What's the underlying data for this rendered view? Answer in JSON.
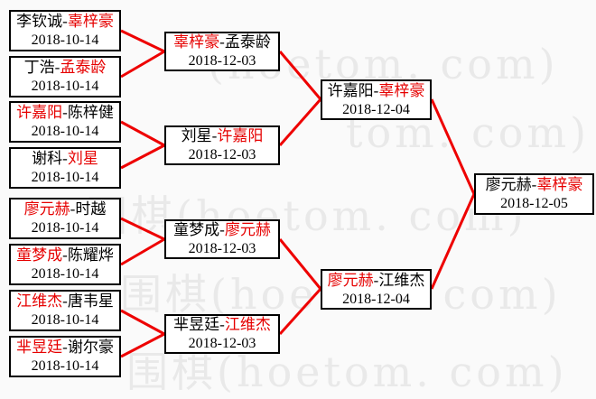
{
  "colors": {
    "line_red": "#ee0000",
    "winner_red": "#e60000",
    "text_black": "#000000",
    "box_background": "#ffffff",
    "box_border": "#000000",
    "watermark_gray": "#e9e9e9"
  },
  "watermark": {
    "site": "hoetom.com",
    "rows": [
      {
        "text": "(hoetom. com)"
      },
      {
        "text": "tom. com)"
      },
      {
        "text": "围棋(hoetom. com)"
      },
      {
        "text": "围棋(hoetom. com)"
      },
      {
        "text": "围棋(hoetom. com)"
      }
    ]
  },
  "boxes": [
    {
      "round": 1,
      "date": "2018-10-14",
      "segments": [
        {
          "text": "李钦诚-",
          "color": "#000000"
        },
        {
          "text": "辜梓豪",
          "color": "#e60000"
        }
      ]
    },
    {
      "round": 1,
      "date": "2018-10-14",
      "segments": [
        {
          "text": "丁浩-",
          "color": "#000000"
        },
        {
          "text": "孟泰龄",
          "color": "#e60000"
        }
      ]
    },
    {
      "round": 1,
      "date": "2018-10-14",
      "segments": [
        {
          "text": "许嘉阳",
          "color": "#e60000"
        },
        {
          "text": "-陈梓健",
          "color": "#000000"
        }
      ]
    },
    {
      "round": 1,
      "date": "2018-10-14",
      "segments": [
        {
          "text": "谢科-",
          "color": "#000000"
        },
        {
          "text": "刘星",
          "color": "#e60000"
        }
      ]
    },
    {
      "round": 1,
      "date": "2018-10-14",
      "segments": [
        {
          "text": "廖元赫",
          "color": "#e60000"
        },
        {
          "text": "-时越",
          "color": "#000000"
        }
      ]
    },
    {
      "round": 1,
      "date": "2018-10-14",
      "segments": [
        {
          "text": "童梦成",
          "color": "#e60000"
        },
        {
          "text": "-陈耀烨",
          "color": "#000000"
        }
      ]
    },
    {
      "round": 1,
      "date": "2018-10-14",
      "segments": [
        {
          "text": "江维杰",
          "color": "#e60000"
        },
        {
          "text": "-唐韦星",
          "color": "#000000"
        }
      ]
    },
    {
      "round": 1,
      "date": "2018-10-14",
      "segments": [
        {
          "text": "芈昱廷",
          "color": "#e60000"
        },
        {
          "text": "-谢尔豪",
          "color": "#000000"
        }
      ]
    },
    {
      "round": 2,
      "date": "2018-12-03",
      "segments": [
        {
          "text": "辜梓豪",
          "color": "#e60000"
        },
        {
          "text": "-孟泰龄",
          "color": "#000000"
        }
      ]
    },
    {
      "round": 2,
      "date": "2018-12-03",
      "segments": [
        {
          "text": "刘星-",
          "color": "#000000"
        },
        {
          "text": "许嘉阳",
          "color": "#e60000"
        }
      ]
    },
    {
      "round": 2,
      "date": "2018-12-03",
      "segments": [
        {
          "text": "童梦成-",
          "color": "#000000"
        },
        {
          "text": "廖元赫",
          "color": "#e60000"
        }
      ]
    },
    {
      "round": 2,
      "date": "2018-12-03",
      "segments": [
        {
          "text": "芈昱廷-",
          "color": "#000000"
        },
        {
          "text": "江维杰",
          "color": "#e60000"
        }
      ]
    },
    {
      "round": 3,
      "date": "2018-12-04",
      "segments": [
        {
          "text": "许嘉阳-",
          "color": "#000000"
        },
        {
          "text": "辜梓豪",
          "color": "#e60000"
        }
      ]
    },
    {
      "round": 3,
      "date": "2018-12-04",
      "segments": [
        {
          "text": "廖元赫",
          "color": "#e60000"
        },
        {
          "text": "-江维杰",
          "color": "#000000"
        }
      ]
    },
    {
      "round": 4,
      "date": "2018-12-05",
      "segments": [
        {
          "text": "廖元赫-",
          "color": "#000000"
        },
        {
          "text": "辜梓豪",
          "color": "#e60000"
        }
      ]
    }
  ]
}
